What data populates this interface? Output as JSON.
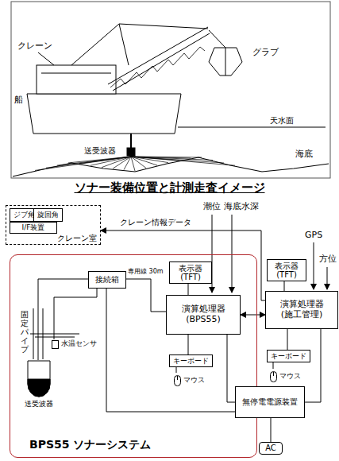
{
  "diagram": {
    "caption": "ソナー装備位置と計測走査イメージ",
    "nodes": [
      {
        "text": [
          "クレーン室"
        ]
      },
      {
        "text": [
          "ジブ角"
        ],
        "in": 0
      },
      {
        "text": [
          "旋回角"
        ],
        "in": 0
      },
      {
        "text": [
          "I/F装置"
        ],
        "in": 0
      },
      {
        "text": [
          "BPS55 ソナーシステム"
        ]
      },
      {
        "text": [
          "送受波器"
        ],
        "in": 4
      },
      {
        "text": [
          "水温センサ"
        ],
        "in": 4
      },
      {
        "text": [
          "接続箱"
        ],
        "in": 4
      },
      {
        "text": [
          "表示器 (TFT)"
        ],
        "in": 4
      },
      {
        "text": [
          "演算処理器 (BPS55)"
        ],
        "in": 4
      },
      {
        "text": [
          "キーボード"
        ],
        "in": 4
      },
      {
        "text": [
          "マウス"
        ],
        "in": 4
      },
      {
        "text": [
          "表示器 (TFT)"
        ]
      },
      {
        "text": [
          "演算処理器 (施工管理)"
        ]
      },
      {
        "text": [
          "キーボード"
        ]
      },
      {
        "text": [
          "マウス"
        ]
      },
      {
        "text": [
          "無停電電源装置"
        ]
      },
      {
        "text": [
          "AC"
        ]
      }
    ],
    "edges": [
      {
        "from": 13,
        "to": 0,
        "arrow": "to",
        "label": "クレーン情報データ"
      },
      {
        "from": 5,
        "to": 7,
        "arrow": "none"
      },
      {
        "from": 6,
        "to": 7,
        "arrow": "none"
      },
      {
        "from": 7,
        "to": 9,
        "arrow": "none",
        "label": "専用線 30m"
      },
      {
        "from": 8,
        "to": 9,
        "arrow": "none"
      },
      {
        "from": 10,
        "to": 9,
        "arrow": "none"
      },
      {
        "from": 11,
        "to": 10,
        "arrow": "none"
      },
      {
        "from": 9,
        "to": 13,
        "arrow": "both"
      },
      {
        "from": 12,
        "to": 13,
        "arrow": "none"
      },
      {
        "from": 14,
        "to": 13,
        "arrow": "none"
      },
      {
        "from": 15,
        "to": 14,
        "arrow": "none"
      },
      {
        "from": 7,
        "to": 16,
        "arrow": "none"
      },
      {
        "from": 9,
        "to": 16,
        "arrow": "none"
      },
      {
        "from": 13,
        "to": 16,
        "arrow": "none"
      },
      {
        "from": 16,
        "to": 17,
        "arrow": "none"
      }
    ],
    "labels": [
      "クレーン",
      "グラブ",
      "船",
      "天水面",
      "送受波器",
      "海底",
      "潮位",
      "海底水深",
      "GPS",
      "方位",
      "固定パイプ"
    ]
  }
}
